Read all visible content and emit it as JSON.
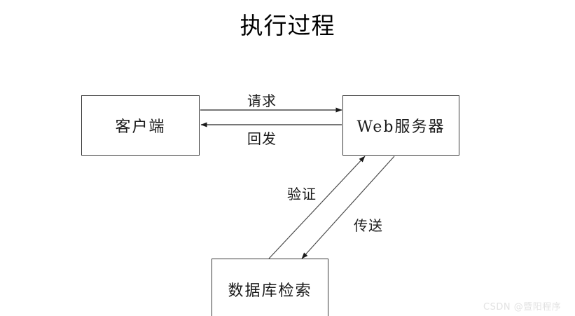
{
  "title": "执行过程",
  "nodes": [
    {
      "id": "client",
      "label": "客户端",
      "name": "node-client"
    },
    {
      "id": "webserver",
      "label": "Web服务器",
      "name": "node-webserver"
    },
    {
      "id": "database",
      "label": "数据库检索",
      "name": "node-database"
    }
  ],
  "edges": [
    {
      "id": "request",
      "label": "请求",
      "from": "client",
      "to": "webserver",
      "direction": "right"
    },
    {
      "id": "postback",
      "label": "回发",
      "from": "webserver",
      "to": "client",
      "direction": "left"
    },
    {
      "id": "verify",
      "label": "验证",
      "from": "database",
      "to": "webserver",
      "direction": "up-right"
    },
    {
      "id": "transmit",
      "label": "传送",
      "from": "webserver",
      "to": "database",
      "direction": "down-left"
    }
  ],
  "watermark": "CSDN @暨阳程序",
  "colors": {
    "box_stroke": "#3a3a3a",
    "edge_stroke": "#4a4a4a",
    "text": "#1a1a1a",
    "background": "#ffffff",
    "watermark": "#e2e2e2"
  }
}
